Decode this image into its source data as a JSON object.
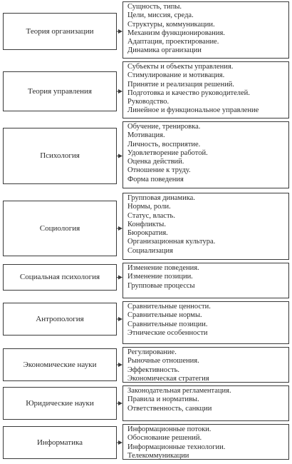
{
  "rows": [
    {
      "label": "Теория организации",
      "items": [
        "Сущность, типы.",
        "Цели, миссия, среда.",
        "Структуры, коммуникации.",
        "Механизм функционирования.",
        "Адаптация, проектирование.",
        "Динамика организации"
      ]
    },
    {
      "label": "Теория управления",
      "items": [
        "Субъекты и объекты управления.",
        "Стимулирование и мотивация.",
        "Принятие и реализация решений.",
        "Подготовка и качество руководителей.",
        "Руководство.",
        "Линейное и функциональное управление"
      ]
    },
    {
      "label": "Психология",
      "items": [
        "Обучение, тренировка.",
        "Мотивация.",
        "Личность, восприятие.",
        "Удовлетворение работой.",
        "Оценка действий.",
        "Отношение к труду.",
        "Форма поведения"
      ]
    },
    {
      "label": "Социология",
      "items": [
        "Групповая динамика.",
        "Нормы, роли.",
        "Статус, власть.",
        "Конфликты.",
        "Бюрократия.",
        "Организационная культура.",
        "Социализация"
      ]
    },
    {
      "label": "Социальная психология",
      "items": [
        "Изменение поведения.",
        "Изменение позиции.",
        "Групповые процессы"
      ]
    },
    {
      "label": "Антропология",
      "items": [
        "Сравнительные ценности.",
        "Сравнительные нормы.",
        "Сравнительные позиции.",
        "Этнические особенности"
      ]
    },
    {
      "label": "Экономические науки",
      "items": [
        "Регулирование.",
        "Рыночные отношения.",
        "Эффективность.",
        "Экономическая стратегия"
      ]
    },
    {
      "label": "Юридические науки",
      "items": [
        "Законодательная регламентация.",
        "Правила и нормативы.",
        "Ответственность, санкции"
      ]
    },
    {
      "label": "Информатика",
      "items": [
        "Информационные потоки.",
        "Обоснование решений.",
        "Информационные технологии.",
        "Телекоммуникации"
      ]
    }
  ]
}
